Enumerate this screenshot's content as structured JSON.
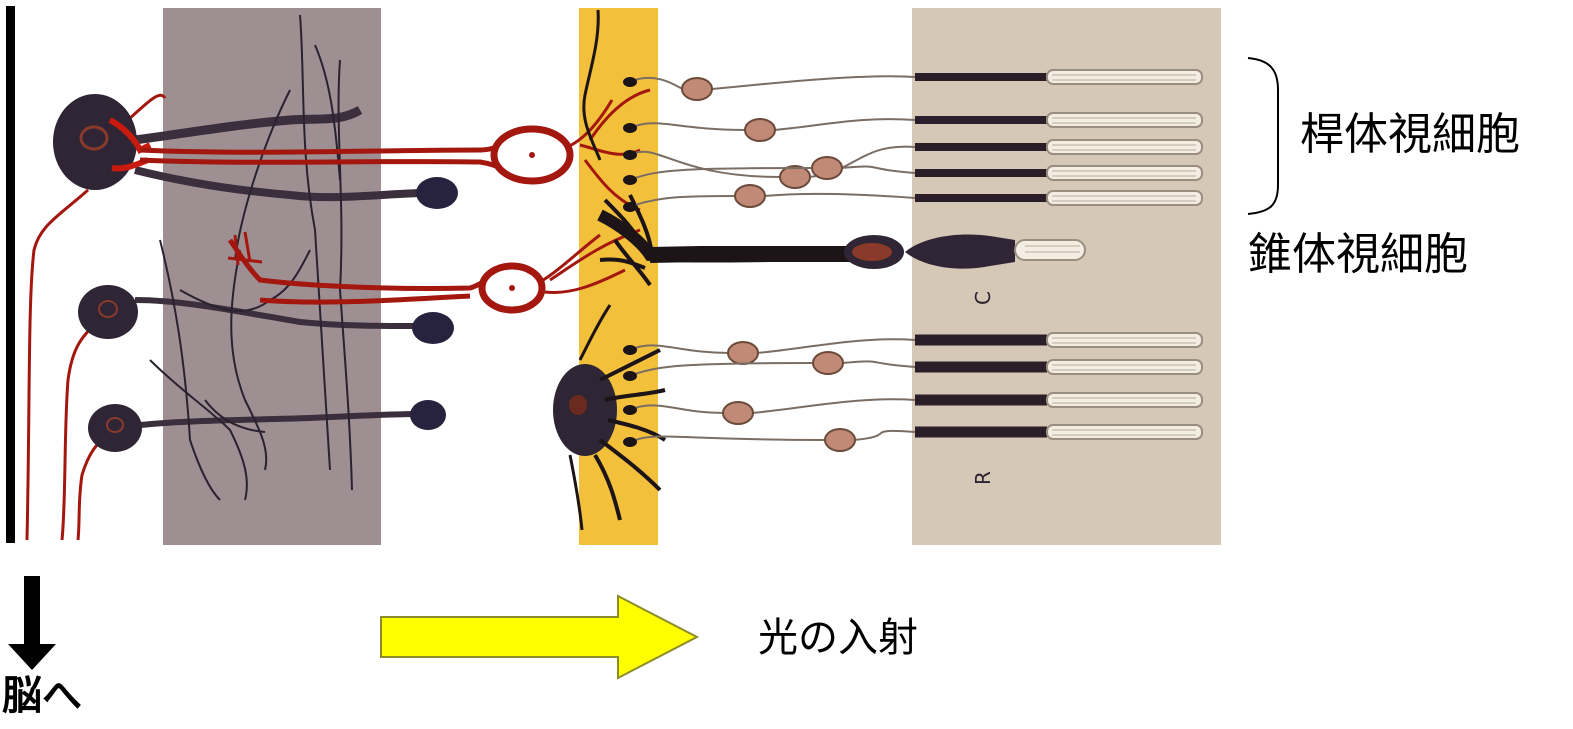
{
  "labels": {
    "rod_cells": "桿体視細胞",
    "cone_cell": "錐体視細胞",
    "light_incidence": "光の入射",
    "to_brain": "脳へ",
    "cone_marker": "C",
    "rod_marker": "R"
  },
  "colors": {
    "ganglion_layer": "#9e8f93",
    "outer_plexiform_layer": "#f3c03c",
    "photoreceptor_layer": "#d6c8b6",
    "axon_red": "#a3170f",
    "cell_dark": "#2f2535",
    "light_arrow_fill": "#ffff00"
  },
  "icons": {
    "light_arrow": "right-arrow-icon",
    "brain_arrow": "down-arrow-icon",
    "rod_group_bracket": "right-brace-icon"
  }
}
